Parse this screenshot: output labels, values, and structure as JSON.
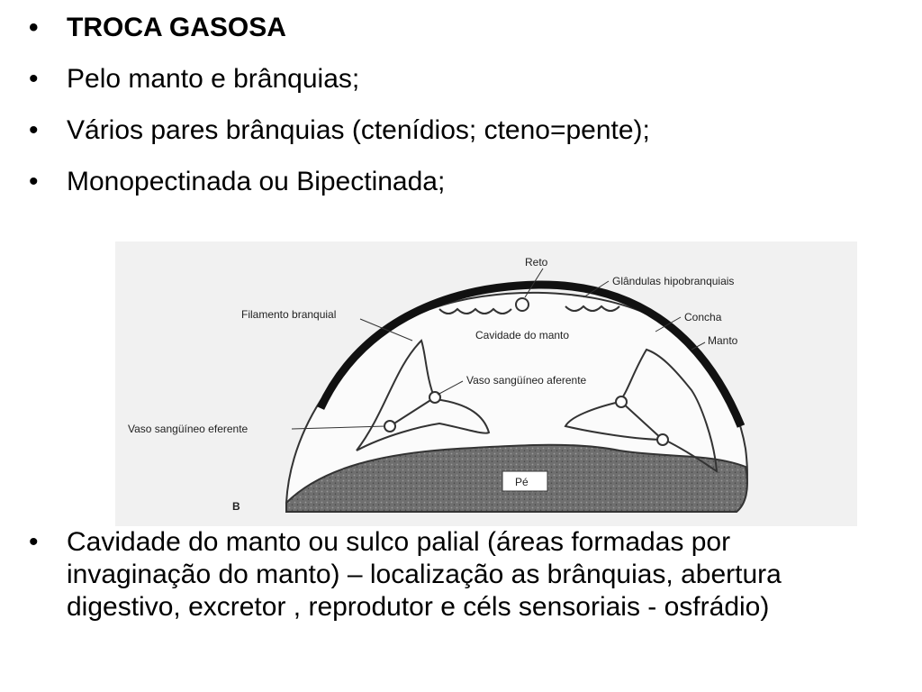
{
  "bullets": {
    "b1": "TROCA GASOSA",
    "b2": "Pelo manto e brânquias;",
    "b3": "Vários pares brânquias (ctenídios; cteno=pente);",
    "b4": "Monopectinada  ou Bipectinada;"
  },
  "figure": {
    "labels": {
      "reto": "Reto",
      "glandulas": "Glândulas hipobranquiais",
      "filamento": "Filamento branquial",
      "concha": "Concha",
      "cavidade": "Cavidade do manto",
      "manto": "Manto",
      "vaso_aferente": "Vaso sangüíneo aferente",
      "vaso_eferente": "Vaso sangüíneo eferente",
      "pe": "Pé",
      "letra": "B"
    }
  },
  "paragraph": {
    "line1": "Cavidade do manto ou sulco palial (áreas formadas por",
    "line2": "invaginação do manto) – localização as brânquias, abertura",
    "line3": "digestivo, excretor , reprodutor e céls sensoriais - osfrádio)"
  }
}
